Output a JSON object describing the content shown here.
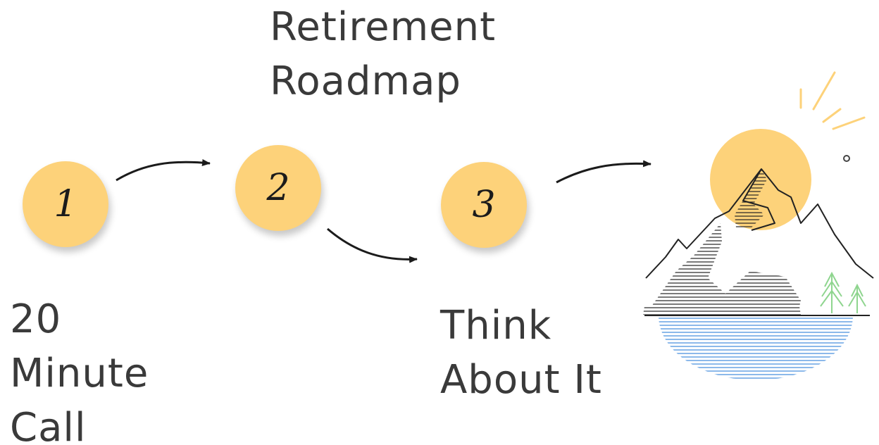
{
  "steps": [
    {
      "number": "1",
      "label_lines": [
        "20",
        "Minute",
        "Call"
      ]
    },
    {
      "number": "2",
      "label_lines": [
        "Retirement",
        "Roadmap"
      ]
    },
    {
      "number": "3",
      "label_lines": [
        "Think",
        "About It"
      ]
    }
  ],
  "colors": {
    "circle_fill": "#fdd27a",
    "text": "#3a3a3a",
    "sun": "#fdd27a",
    "water": "#5b9be0",
    "trees": "#8fd58f",
    "mountain_lines": "#222222"
  },
  "icons": {
    "arrow": "curved-arrow-icon",
    "illustration": "mountain-sunrise-icon"
  }
}
